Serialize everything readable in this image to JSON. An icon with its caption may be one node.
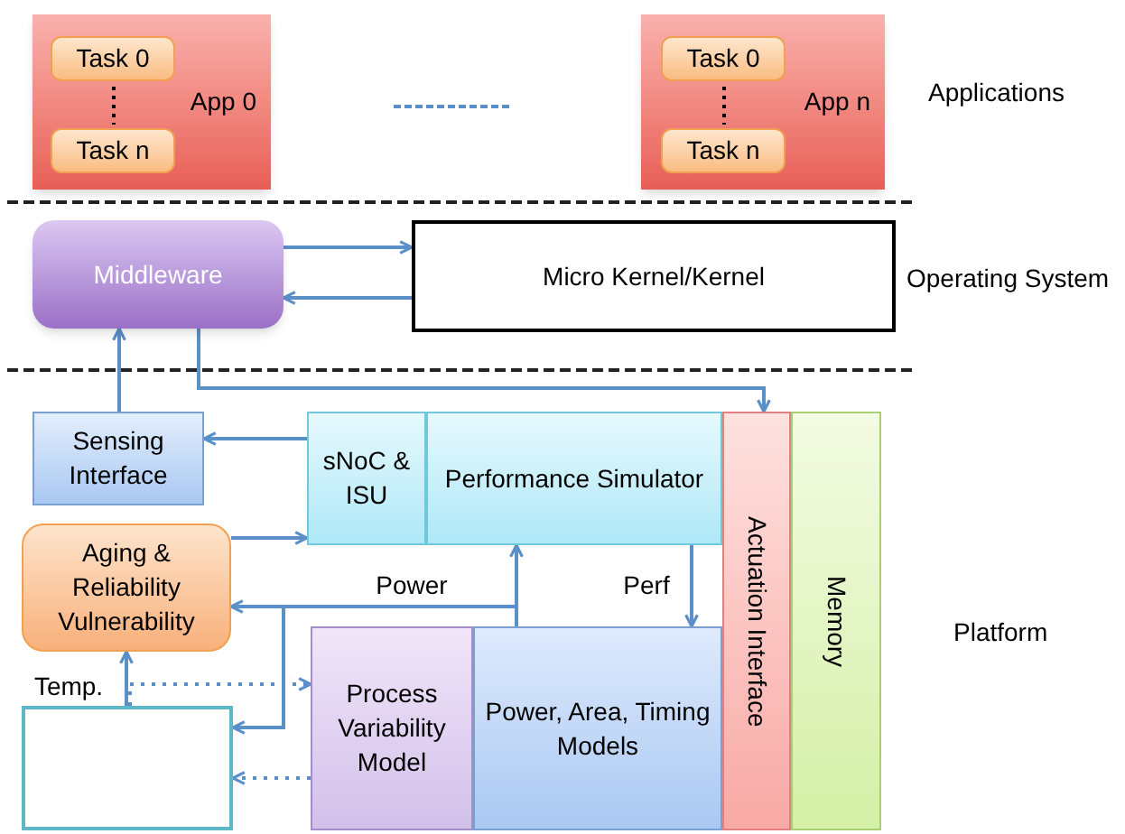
{
  "diagram": {
    "nodes": [
      {
        "text": [
          "App 0"
        ]
      },
      {
        "text": [
          "Task 0"
        ],
        "in": 0
      },
      {
        "text": [
          "Task n"
        ],
        "in": 0
      },
      {
        "text": [
          "App n"
        ]
      },
      {
        "text": [
          "Task 0"
        ],
        "in": 3
      },
      {
        "text": [
          "Task n"
        ],
        "in": 3
      },
      {
        "text": [
          "Middleware"
        ]
      },
      {
        "text": [
          "Micro Kernel/Kernel"
        ]
      },
      {
        "text": [
          "Sensing Interface"
        ]
      },
      {
        "text": [
          "sNoC & ISU"
        ]
      },
      {
        "text": [
          "Performance Simulator"
        ]
      },
      {
        "text": [
          "Aging & Reliability Vulnerability"
        ]
      },
      {
        "text": [],
        "shape": "box"
      },
      {
        "text": [
          "Process Variability Model"
        ]
      },
      {
        "text": [
          "Power, Area, Timing Models"
        ]
      },
      {
        "text": [
          "Actuation Interface"
        ]
      },
      {
        "text": [
          "Memory"
        ]
      }
    ],
    "edges": [
      {
        "from": 6,
        "to": 7,
        "arrow": "to"
      },
      {
        "from": 7,
        "to": 6,
        "arrow": "to"
      },
      {
        "from": 6,
        "to": 15,
        "arrow": "to"
      },
      {
        "from": 8,
        "to": 6,
        "arrow": "to"
      },
      {
        "from": 9,
        "to": 8,
        "arrow": "to"
      },
      {
        "from": 11,
        "to": 9,
        "arrow": "to"
      },
      {
        "from": 14,
        "to": 10,
        "arrow": "to"
      },
      {
        "from": 14,
        "to": 11,
        "arrow": "to",
        "label": "Power"
      },
      {
        "from": 14,
        "to": 12,
        "arrow": "to"
      },
      {
        "from": 10,
        "to": 14,
        "arrow": "to",
        "label": "Perf"
      },
      {
        "from": 12,
        "to": 11,
        "arrow": "to",
        "label": "Temp."
      },
      {
        "from": 12,
        "to": 13,
        "arrow": "to",
        "style": "dashed"
      },
      {
        "from": 13,
        "to": 12,
        "arrow": "to",
        "style": "dashed"
      },
      {
        "from": 1,
        "to": 2,
        "arrow": "none",
        "style": "dashed",
        "color": "#000000"
      },
      {
        "from": 4,
        "to": 5,
        "arrow": "none",
        "style": "dashed",
        "color": "#000000"
      }
    ],
    "labels": [
      "Applications",
      "Operating System",
      "Platform"
    ]
  }
}
